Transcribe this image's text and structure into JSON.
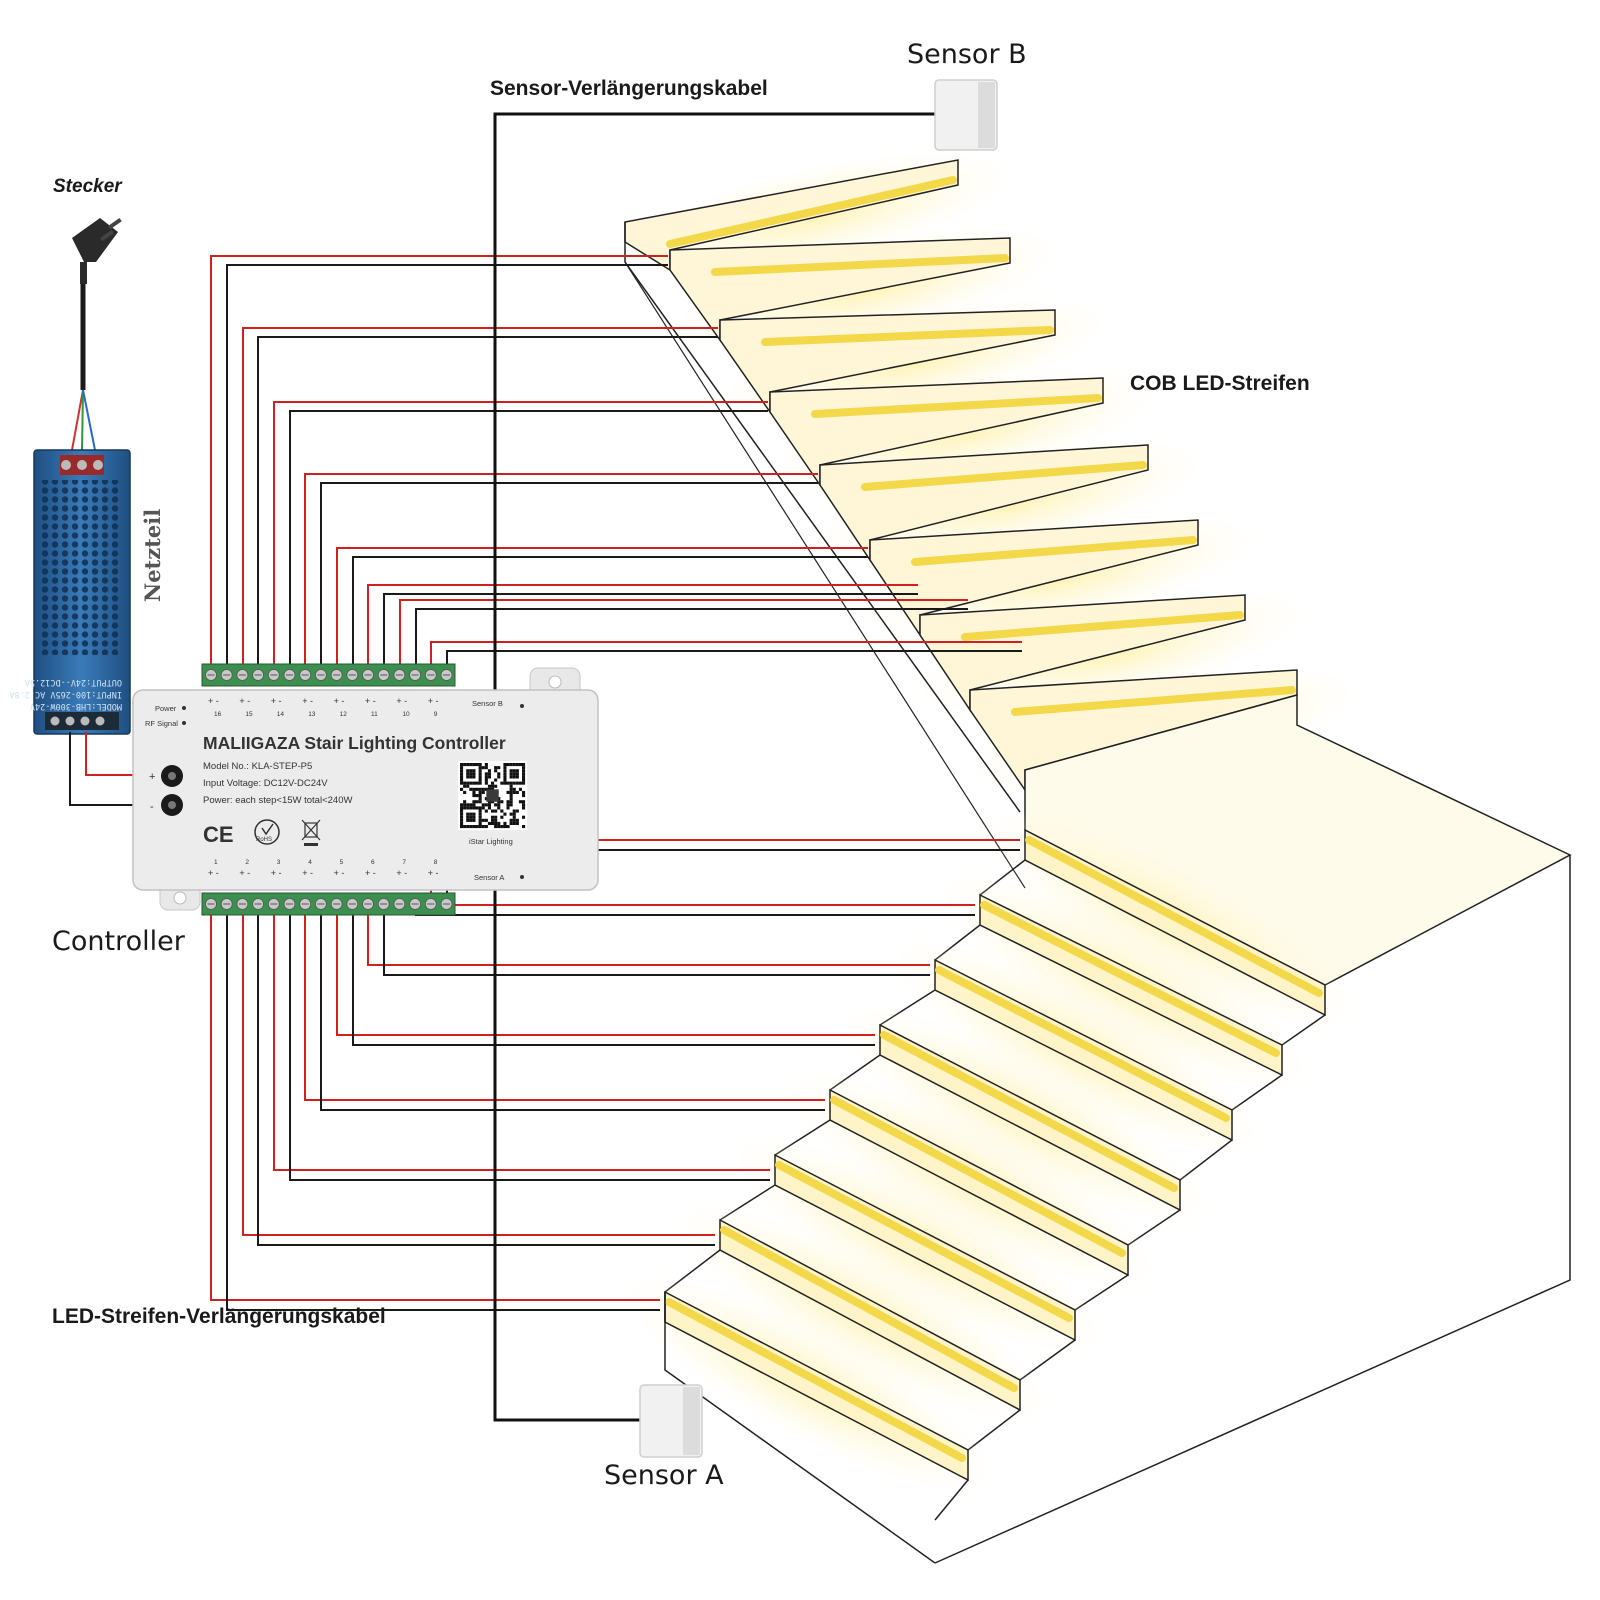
{
  "labels": {
    "sensor_b": "Sensor B",
    "sensor_a": "Sensor A",
    "sensor_cable": "Sensor-Verlängerungskabel",
    "cob_strip": "COB LED-Streifen",
    "stecker": "Stecker",
    "netzteil": "Netzteil",
    "controller": "Controller",
    "led_cable": "LED-Streifen-Verlängerungskabel"
  },
  "controller": {
    "title": "MALIIGAZA Stair Lighting Controller",
    "model": "Model No.: KLA-STEP-P5",
    "input": "Input Voltage: DC12V-DC24V",
    "power": "Power: each step<15W total<240W",
    "qr_caption": "iStar Lighting",
    "power_led": "Power",
    "rf_led": "RF Signal",
    "sensor_b_port": "Sensor B",
    "sensor_a_port": "Sensor A",
    "plus": "+",
    "minus": "-",
    "ce": "CE",
    "rohs": "RoHS",
    "top_channels": [
      "16",
      "15",
      "14",
      "13",
      "12",
      "11",
      "10",
      "9"
    ],
    "bottom_channels": [
      "1",
      "2",
      "3",
      "4",
      "5",
      "6",
      "7",
      "8"
    ]
  },
  "psu": {
    "model": "MODEL:LHB-300W-24V",
    "input": "INPUT:100-265V AC 2.8A",
    "output": "OUTPUT:24V--DC12.5A"
  },
  "colors": {
    "wire_red": "#d02020",
    "wire_black": "#1a1a1a",
    "led_yellow": "#f3d84a",
    "glow": "#fff1b8",
    "psu_blue": "#2f6ca6",
    "terminal_green": "#3d8f4f"
  }
}
